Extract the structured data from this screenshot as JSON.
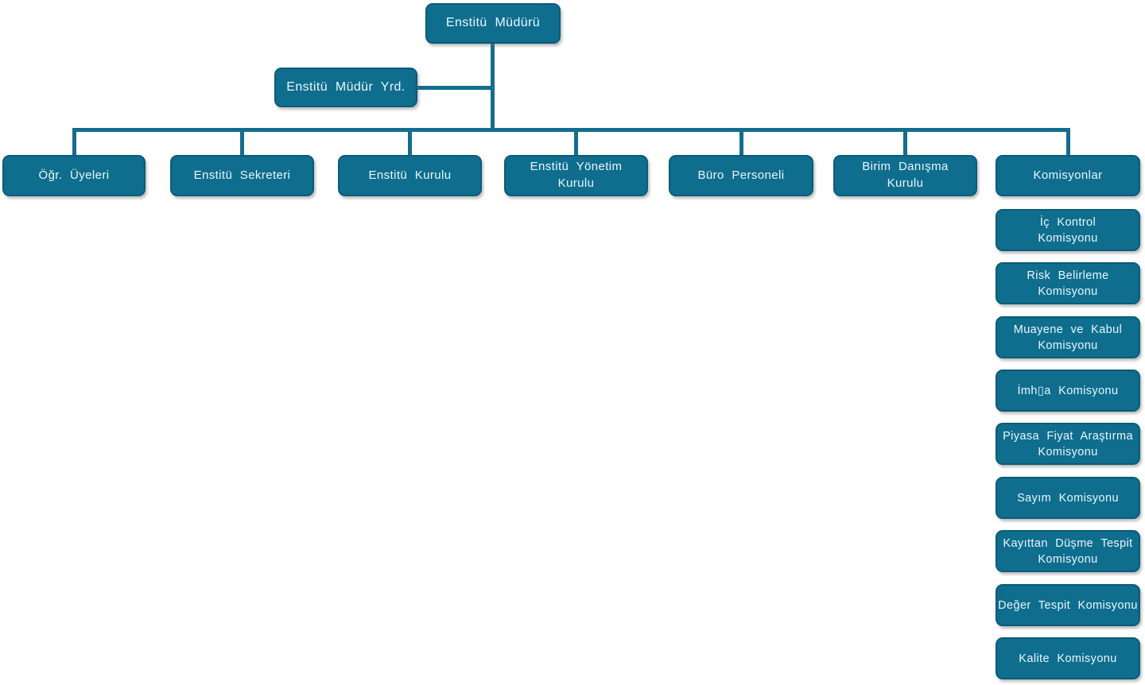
{
  "org": {
    "root": {
      "label": "Enstitü Müdürü"
    },
    "deputy": {
      "label": "Enstitü Müdür Yrd."
    },
    "children": [
      {
        "label": "Öğr. Üyeleri"
      },
      {
        "label": "Enstitü Sekreteri"
      },
      {
        "label": "Enstitü Kurulu"
      },
      {
        "label": "Enstitü Yönetim\nKurulu"
      },
      {
        "label": "Büro Personeli"
      },
      {
        "label": "Birim Danışma\nKurulu"
      },
      {
        "label": "Komisyonlar"
      }
    ],
    "commissions": [
      "İç Kontrol\nKomisyonu",
      "Risk Belirleme\nKomisyonu",
      "Muayene ve Kabul\nKomisyonu",
      "İmh▯a Komisyonu",
      "Piyasa Fiyat Araştırma\nKomisyonu",
      "Sayım Komisyonu",
      "Kayıttan Düşme Tespit\nKomisyonu",
      "Değer Tespit Komisyonu",
      "Kalite Komisyonu"
    ],
    "colors": {
      "box_fill": "#0F6E8E",
      "box_border": "#0B5B78",
      "connector": "#136E8E",
      "text": "#EAF6FB",
      "background": "#FFFFFF"
    }
  }
}
